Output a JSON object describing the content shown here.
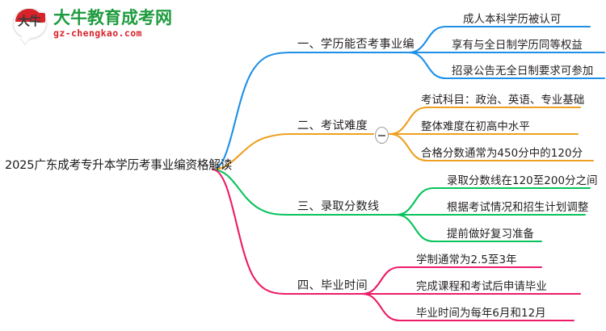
{
  "logo": {
    "mark_text": "大牛",
    "title": "大牛教育成考网",
    "domain": "gz-chengkao.com",
    "brand_green": "#1f9b3f",
    "brand_red": "#d8232a"
  },
  "mindmap": {
    "root": {
      "label": "2025广东成考专升本学历考事业编资格解读"
    },
    "collapse_icon": "minus-icon",
    "branches": [
      {
        "id": "branch-1",
        "label": "一、学历能否考事业编",
        "color": "#1e90e8",
        "collapsible": false,
        "children": [
          {
            "label": "成人本科学历被认可"
          },
          {
            "label": "享有与全日制学历同等权益"
          },
          {
            "label": "招录公告无全日制要求可参加"
          }
        ]
      },
      {
        "id": "branch-2",
        "label": "二、考试难度",
        "color": "#eda021",
        "collapsible": true,
        "children": [
          {
            "label": "考试科目：政治、英语、专业基础"
          },
          {
            "label": "整体难度在初高中水平"
          },
          {
            "label": "合格分数通常为450分中的120分"
          }
        ]
      },
      {
        "id": "branch-3",
        "label": "三、录取分数线",
        "color": "#08c35c",
        "collapsible": false,
        "children": [
          {
            "label": "录取分数线在120至200分之间"
          },
          {
            "label": "根据考试情况和招生计划调整"
          },
          {
            "label": "提前做好复习准备"
          }
        ]
      },
      {
        "id": "branch-4",
        "label": "四、毕业时间",
        "color": "#ec1c68",
        "collapsible": false,
        "children": [
          {
            "label": "学制通常为2.5至3年"
          },
          {
            "label": "完成课程和考试后申请毕业"
          },
          {
            "label": "毕业时间为每年6月和12月"
          }
        ]
      }
    ]
  }
}
